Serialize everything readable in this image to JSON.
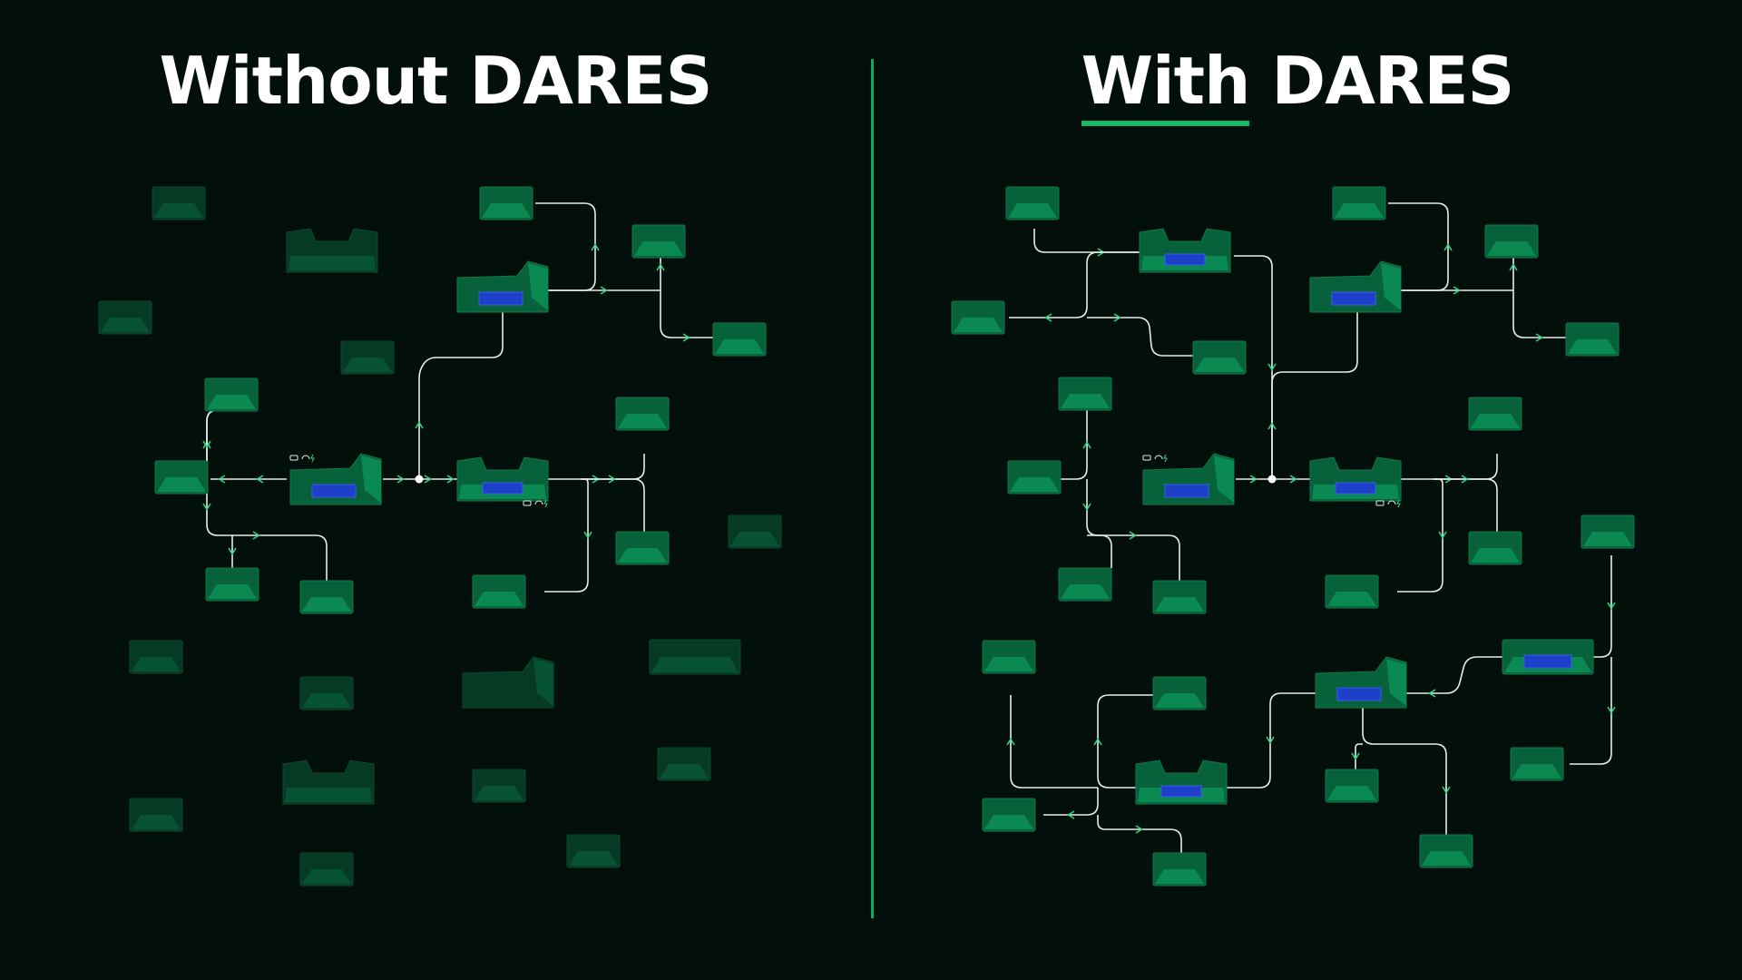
{
  "panels": {
    "left": {
      "title": "Without DARES"
    },
    "right": {
      "title_prefix": "With",
      "title_suffix": " DARES"
    }
  },
  "colors": {
    "background": "#020f0a",
    "divider": "#12a862",
    "underline": "#12b866",
    "node_connected_top": "#07613a",
    "node_connected_front": "#0a8a52",
    "node_isolated_top": "#063a25",
    "node_isolated_front": "#075233",
    "solar_panel": "#1e3fc8",
    "edge": "#e6efe9",
    "arrow": "#2fd486"
  },
  "icons": [
    "battery-icon",
    "wifi-icon",
    "bolt-icon",
    "solar-panel-icon",
    "junction-dot-icon"
  ]
}
